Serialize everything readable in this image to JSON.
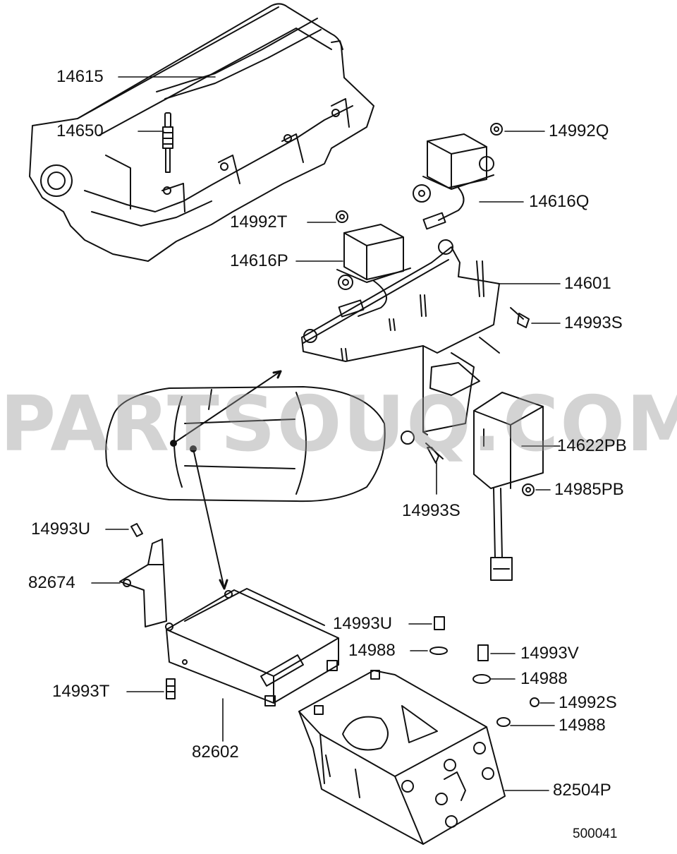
{
  "watermark": "PARTSOUQ.COM",
  "diagram_number": "500041",
  "part_labels": {
    "p14615": "14615",
    "p14650": "14650",
    "p14992q": "14992Q",
    "p14616q": "14616Q",
    "p14992t": "14992T",
    "p14616p": "14616P",
    "p14601": "14601",
    "p14993s_a": "14993S",
    "p14622pb": "14622PB",
    "p14985pb": "14985PB",
    "p14993s_b": "14993S",
    "p14993u_a": "14993U",
    "p82674": "82674",
    "p14993u_b": "14993U",
    "p14988_a": "14988",
    "p14993v": "14993V",
    "p14988_b": "14988",
    "p14992s": "14992S",
    "p14988_c": "14988",
    "p14993t": "14993T",
    "p82602": "82602",
    "p82504p": "82504P"
  }
}
